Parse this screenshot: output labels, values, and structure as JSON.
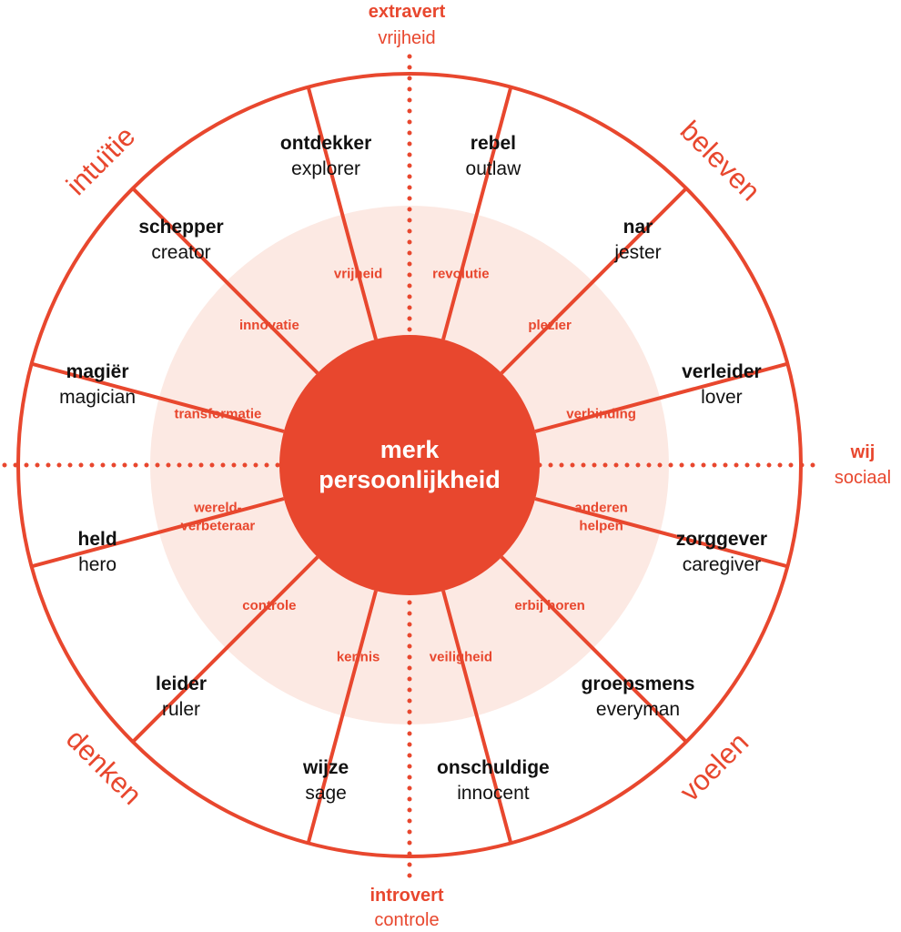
{
  "colors": {
    "accent": "#E8472E",
    "inner_fill": "#FCE9E3",
    "text": "#111111",
    "background": "#FFFFFF"
  },
  "center": {
    "line1": "merk",
    "line2": "persoonlijkheid"
  },
  "axes": {
    "top": {
      "bold": "extravert",
      "sub": "vrijheid"
    },
    "bottom": {
      "bold": "introvert",
      "sub": "controle"
    },
    "right": {
      "bold": "wij",
      "sub": "sociaal"
    }
  },
  "quadrants": {
    "top_left": "intuïtie",
    "top_right": "beleven",
    "bottom_left": "denken",
    "bottom_right": "voelen"
  },
  "segments": [
    {
      "nl": "rebel",
      "en": "outlaw",
      "value": [
        "revolutie"
      ]
    },
    {
      "nl": "nar",
      "en": "jester",
      "value": [
        "plezier"
      ]
    },
    {
      "nl": "verleider",
      "en": "lover",
      "value": [
        "verbinding"
      ]
    },
    {
      "nl": "zorggever",
      "en": "caregiver",
      "value": [
        "anderen",
        "helpen"
      ]
    },
    {
      "nl": "groepsmens",
      "en": "everyman",
      "value": [
        "erbij horen"
      ]
    },
    {
      "nl": "onschuldige",
      "en": "innocent",
      "value": [
        "veiligheid"
      ]
    },
    {
      "nl": "wijze",
      "en": "sage",
      "value": [
        "kennis"
      ]
    },
    {
      "nl": "leider",
      "en": "ruler",
      "value": [
        "controle"
      ]
    },
    {
      "nl": "held",
      "en": "hero",
      "value": [
        "wereld-",
        "verbeteraar"
      ]
    },
    {
      "nl": "magiër",
      "en": "magician",
      "value": [
        "transformatie"
      ]
    },
    {
      "nl": "schepper",
      "en": "creator",
      "value": [
        "innovatie"
      ]
    },
    {
      "nl": "ontdekker",
      "en": "explorer",
      "value": [
        "vrijheid"
      ]
    }
  ]
}
